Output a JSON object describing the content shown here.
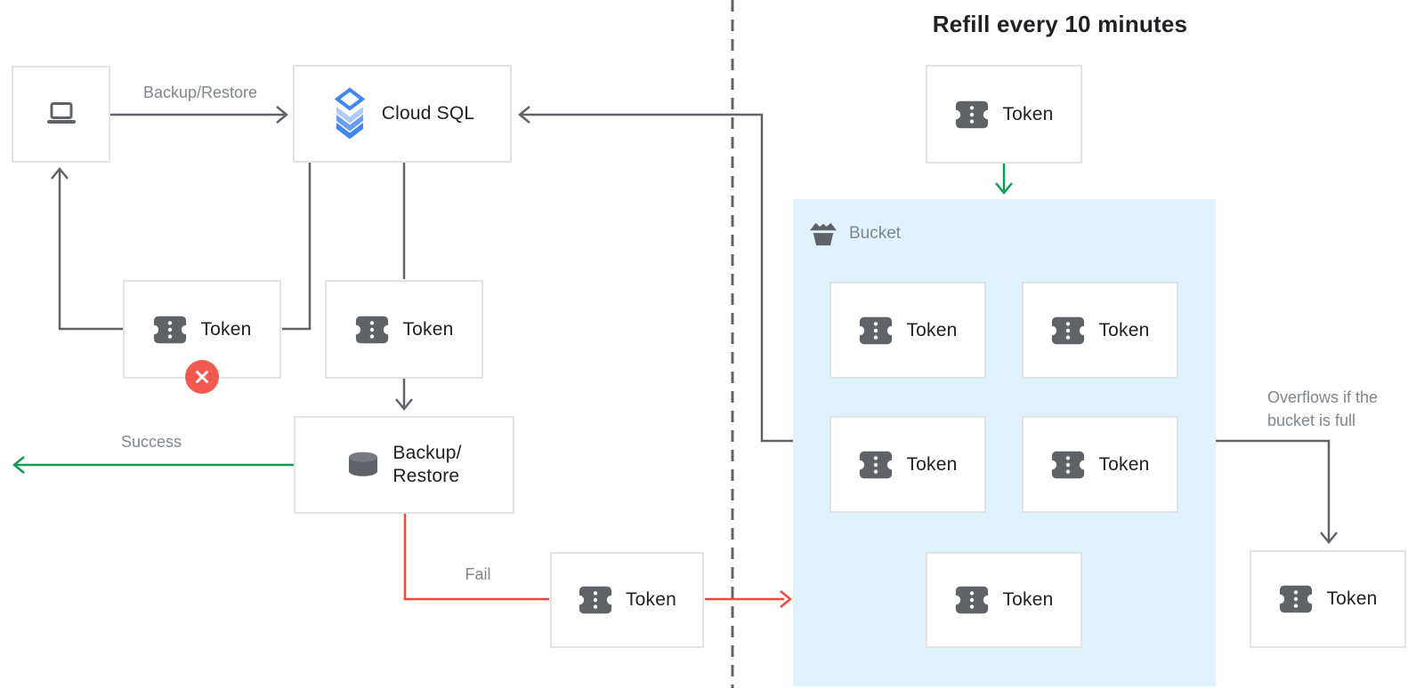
{
  "title": {
    "refill": "Refill every 10 minutes"
  },
  "labels": {
    "token": "Token",
    "cloud_sql": "Cloud SQL",
    "backup_restore_line1": "Backup/",
    "backup_restore_line2": "Restore",
    "backup_restore_arrow": "Backup/Restore",
    "success": "Success",
    "fail": "Fail",
    "bucket": "Bucket",
    "overflow_line1": "Overflows if the",
    "overflow_line2": "bucket is full"
  },
  "icons": {
    "client": "laptop-icon",
    "cloud_sql": "cloud-sql-icon",
    "token": "ticket-icon",
    "backup_restore": "database-icon",
    "bucket": "bucket-icon",
    "failure_badge": "x-circle-icon"
  },
  "colors": {
    "canvas_bg": "#ffffff",
    "node_border": "#e3e3e3",
    "bucket_fill": "#e0f3fc",
    "icon_dark": "#5f6368",
    "wire_dark": "#5f6368",
    "wire_green": "#0f9d58",
    "wire_red": "#f4473a",
    "badge_red": "#f4594f",
    "text_dark": "#202124",
    "text_gray": "#80868b",
    "sql_blue_dark": "#4285f4",
    "sql_blue_mid": "#669df6",
    "sql_blue_light": "#aecbfa"
  }
}
